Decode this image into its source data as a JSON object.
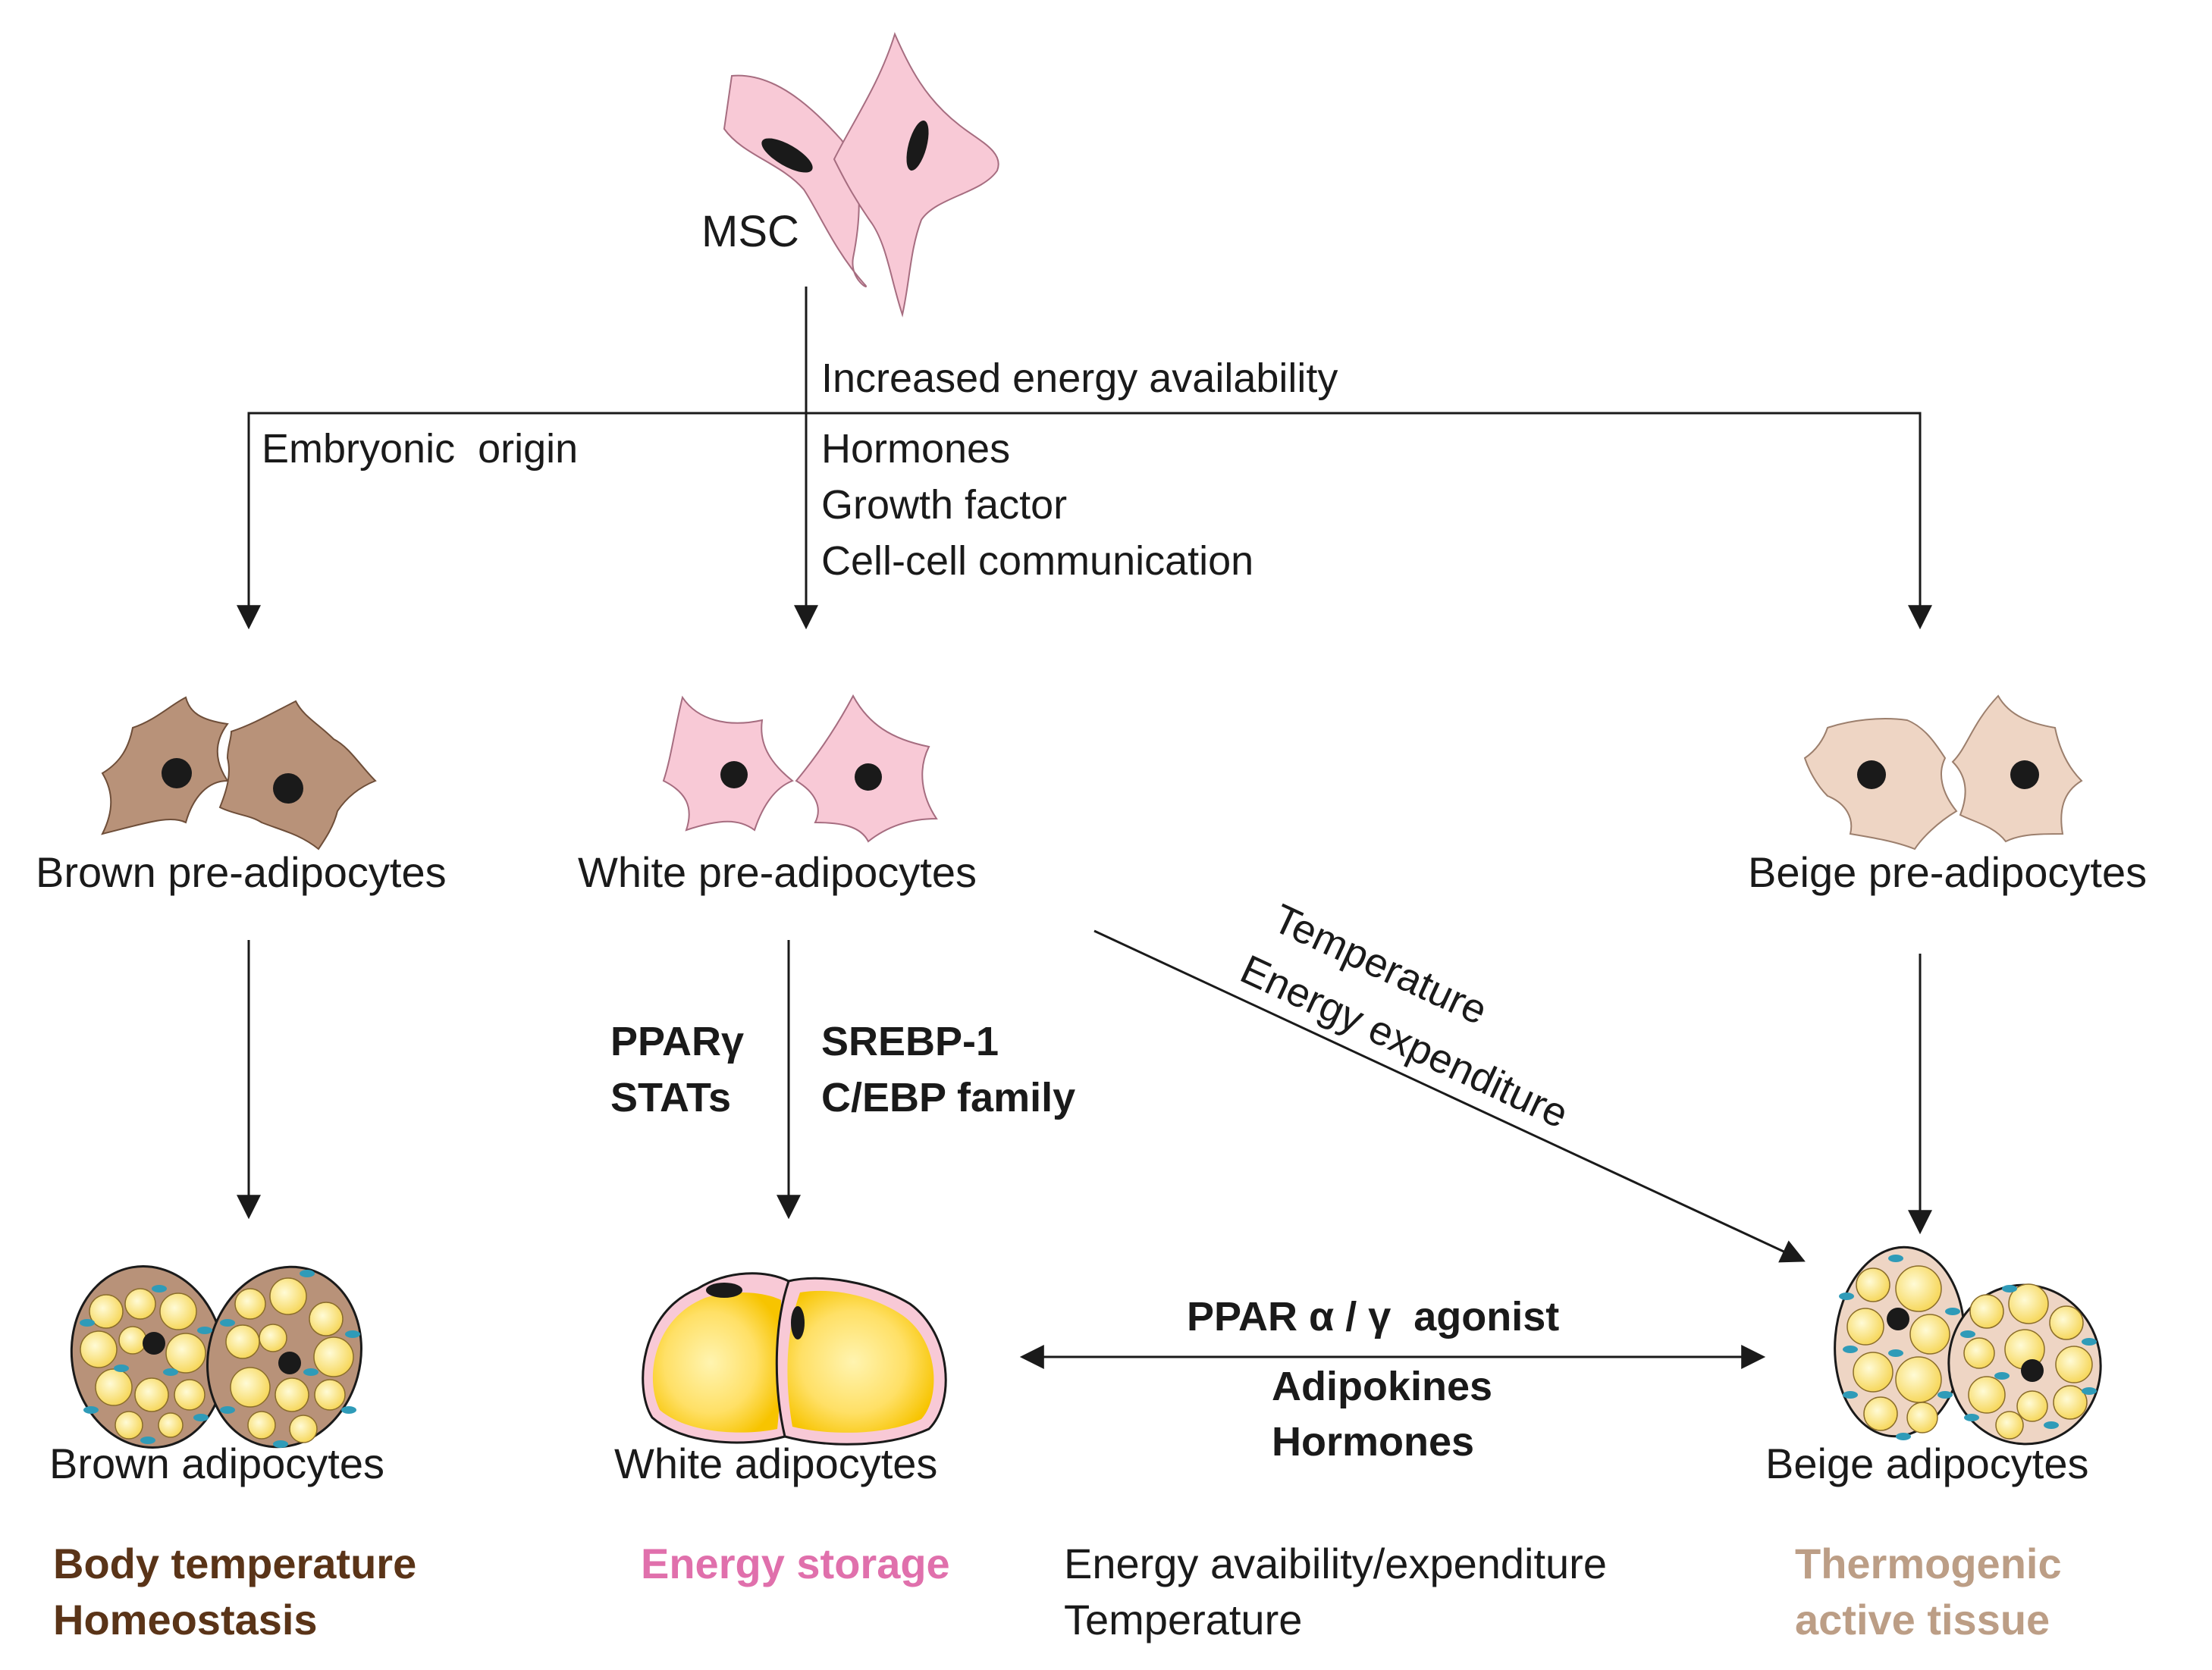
{
  "colors": {
    "pink_cell": "#f8c9d6",
    "brown_cell": "#b89279",
    "beige_cell": "#eed5c4",
    "fat_yellow": "#ffe680",
    "lipid_blue": "#2f9bb8",
    "line": "#1a1a1a",
    "brown_text": "#5a3418",
    "pink_text": "#e070ac",
    "beige_text": "#bc9e86"
  },
  "labels": {
    "msc": "MSC",
    "increased_energy": "Increased energy availability",
    "embryonic_origin": "Embryonic  origin",
    "hormones": "Hormones",
    "growth_factor": "Growth factor",
    "cell_cell": "Cell-cell communication",
    "brown_pre": "Brown pre-adipocytes",
    "white_pre": "White pre-adipocytes",
    "beige_pre": "Beige pre-adipocytes",
    "temperature": "Temperature",
    "energy_expenditure": "Energy expenditure",
    "ppar_gamma": "PPARγ",
    "stats": "STATs",
    "srebp": "SREBP-1",
    "cebp": "C/EBP family",
    "ppar_agonist": "PPAR α / γ  agonist",
    "adipokines": "Adipokines",
    "hormones_bold": "Hormones",
    "brown_adipocytes": "Brown adipocytes",
    "white_adipocytes": "White adipocytes",
    "beige_adipocytes": "Beige adipocytes",
    "brown_func_1": "Body temperature",
    "brown_func_2": "Homeostasis",
    "white_func": "Energy storage",
    "energy_avail_exp": "Energy avaibility/expenditure",
    "temperature_bottom": "Temperature",
    "beige_func_1": "Thermogenic",
    "beige_func_2": "active tissue"
  }
}
